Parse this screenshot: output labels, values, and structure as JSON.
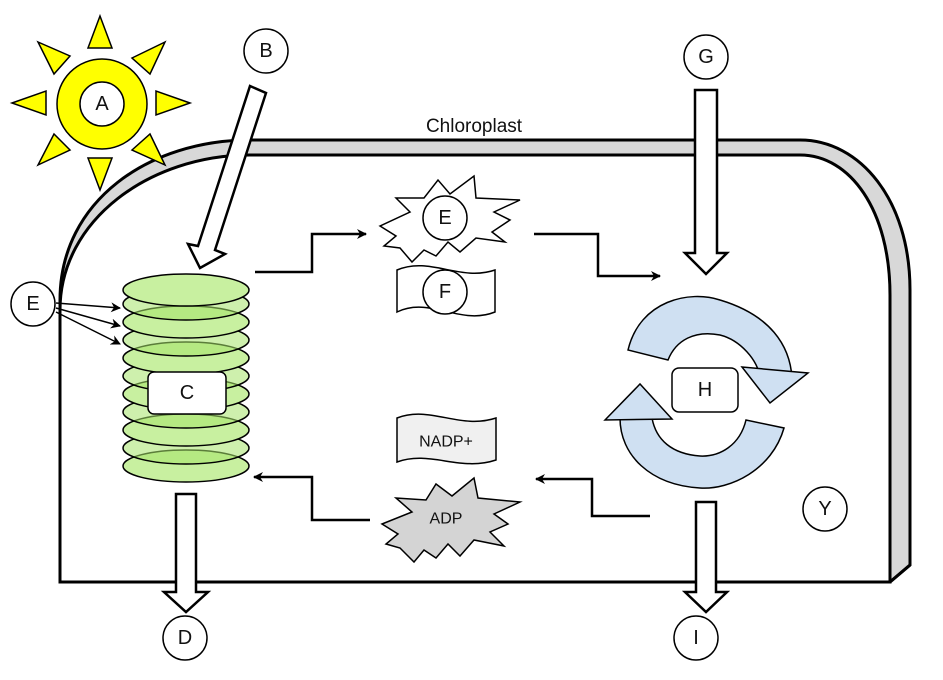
{
  "diagram": {
    "title": "Chloroplast",
    "labels": {
      "A": "A",
      "B": "B",
      "C": "C",
      "D": "D",
      "E_left": "E",
      "E_top": "E",
      "F": "F",
      "G": "G",
      "H": "H",
      "I": "I",
      "Y": "Y"
    },
    "molecules": {
      "nadp": "NADP+",
      "adp": "ADP"
    },
    "colors": {
      "sun": "#ffff00",
      "thylakoid": "#c8f0a0",
      "thylakoid_dark": "#a6e36a",
      "cycle": "#cfe0f2",
      "membrane": "#d8d8d8",
      "nadp_fill": "#f0f0f0",
      "adp_fill": "#d4d4d4",
      "stroke": "#000000"
    }
  }
}
